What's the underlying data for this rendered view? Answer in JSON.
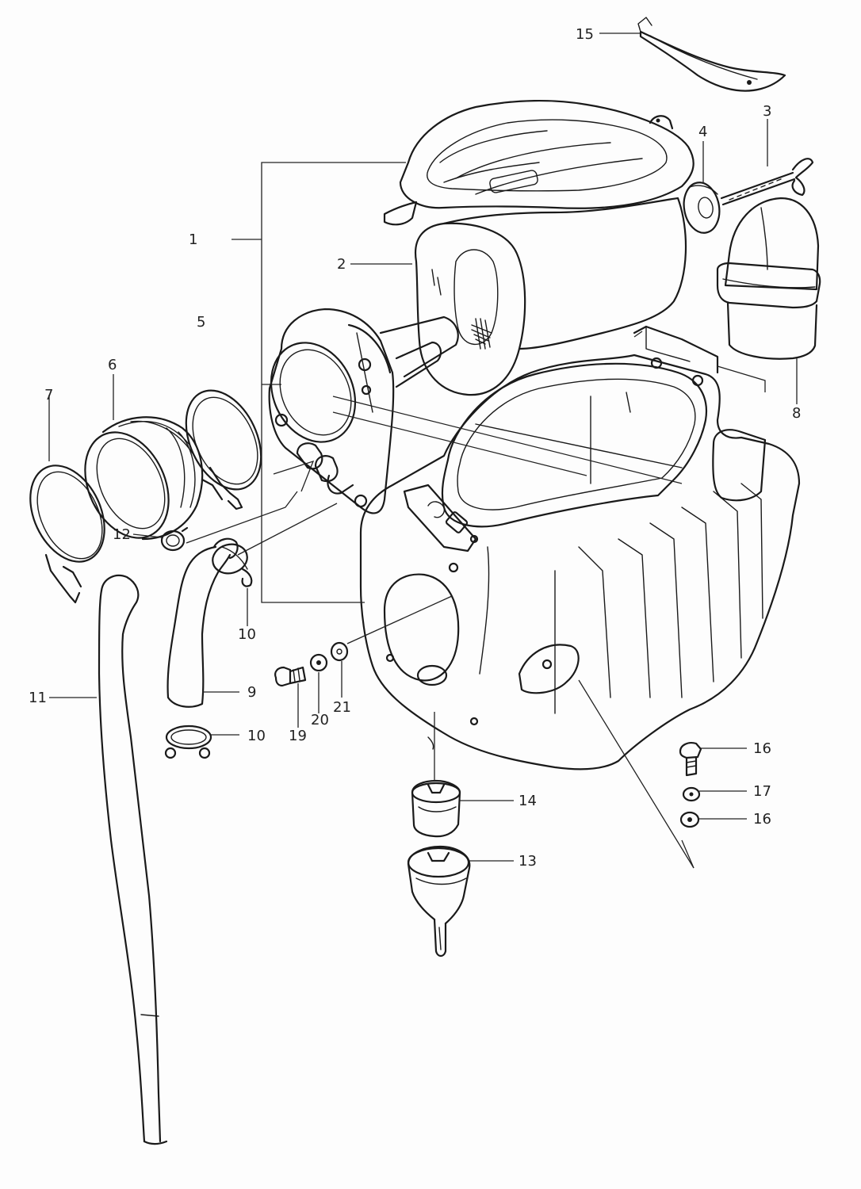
{
  "diagram": {
    "callouts": [
      {
        "id": "c15",
        "text": "15"
      },
      {
        "id": "c3",
        "text": "3"
      },
      {
        "id": "c4",
        "text": "4"
      },
      {
        "id": "c1",
        "text": "1"
      },
      {
        "id": "c2",
        "text": "2"
      },
      {
        "id": "c5",
        "text": "5"
      },
      {
        "id": "c6",
        "text": "6"
      },
      {
        "id": "c7",
        "text": "7"
      },
      {
        "id": "c8",
        "text": "8"
      },
      {
        "id": "c12",
        "text": "12"
      },
      {
        "id": "c10a",
        "text": "10"
      },
      {
        "id": "c11",
        "text": "11"
      },
      {
        "id": "c9",
        "text": "9"
      },
      {
        "id": "c10b",
        "text": "10"
      },
      {
        "id": "c19",
        "text": "19"
      },
      {
        "id": "c20",
        "text": "20"
      },
      {
        "id": "c21",
        "text": "21"
      },
      {
        "id": "c16a",
        "text": "16"
      },
      {
        "id": "c17",
        "text": "17"
      },
      {
        "id": "c16b",
        "text": "16"
      },
      {
        "id": "c14",
        "text": "14"
      },
      {
        "id": "c13",
        "text": "13"
      }
    ]
  }
}
